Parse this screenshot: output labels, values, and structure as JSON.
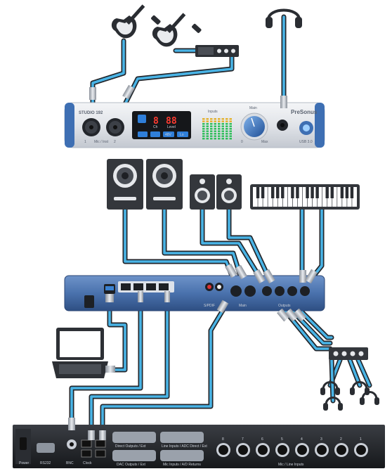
{
  "interface": {
    "model_label": "STUDIO 192",
    "brand": "PreSonus",
    "usb_label": "USB 3.0",
    "input_labels": [
      "1",
      "Mic / Inst",
      "2"
    ],
    "lcd_channel": "8",
    "lcd_level": "88",
    "lcd_sub": [
      "Ch",
      "Level"
    ],
    "lcd_buttons": [
      "48V",
      "Lo"
    ],
    "inputs_label": "Inputs",
    "main_label": "Main",
    "main_min": "0",
    "main_max": "Max"
  },
  "rear_panel": {
    "labels": [
      "S/PDIF",
      "Main",
      "Outputs"
    ]
  },
  "rack": {
    "channel_numbers": [
      "8",
      "7",
      "6",
      "5",
      "4",
      "3",
      "2",
      "1"
    ],
    "db25_labels": [
      "Direct Outputs / Ext",
      "Line Inputs / ADC Direct / Ext",
      "DAC Outputs / Ext",
      "Mic Inputs / A/D Returns"
    ],
    "section_label": "Mic / Line Inputs",
    "left_labels": [
      "Power",
      "RS232",
      "BNC",
      "Clock"
    ]
  },
  "colors": {
    "cable": "#49b4e6",
    "interface_blue": "#3e6fb3",
    "rear_blue": "#4a72ad",
    "lcd_red": "#ff3b30"
  }
}
